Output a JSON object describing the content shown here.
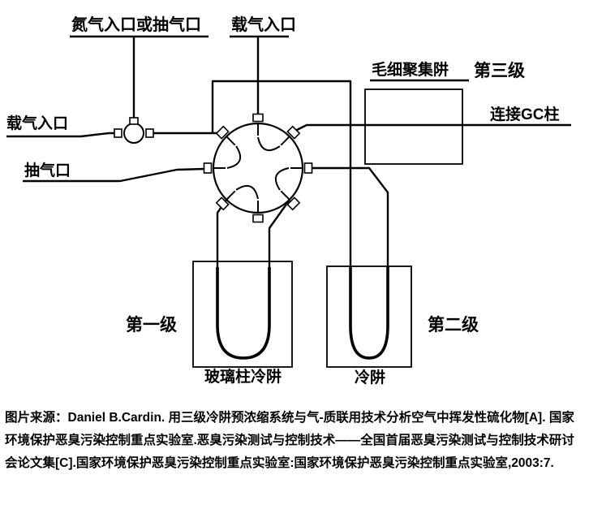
{
  "diagram": {
    "labels": {
      "nitrogen_inlet": "氮气入口或抽气口",
      "carrier_inlet_top": "载气入口",
      "carrier_inlet_left": "载气入口",
      "pump_port": "抽气口",
      "capillary_trap": "毛细聚集阱",
      "gc_column": "连接GC柱",
      "stage1": "第一级",
      "stage2": "第二级",
      "stage3": "第三级",
      "glass_trap": "玻璃柱冷阱",
      "cold_trap": "冷阱"
    },
    "colors": {
      "line": "#000000",
      "stage_red": "#e60012"
    }
  },
  "caption": {
    "text": "图片来源：Daniel B.Cardin. 用三级冷阱预浓缩系统与气-质联用技术分析空气中挥发性硫化物[A]. 国家环境保护恶臭污染控制重点实验室.恶臭污染测试与控制技术——全国首届恶臭污染测试与控制技术研讨会论文集[C].国家环境保护恶臭污染控制重点实验室:国家环境保护恶臭污染控制重点实验室,2003:7."
  }
}
